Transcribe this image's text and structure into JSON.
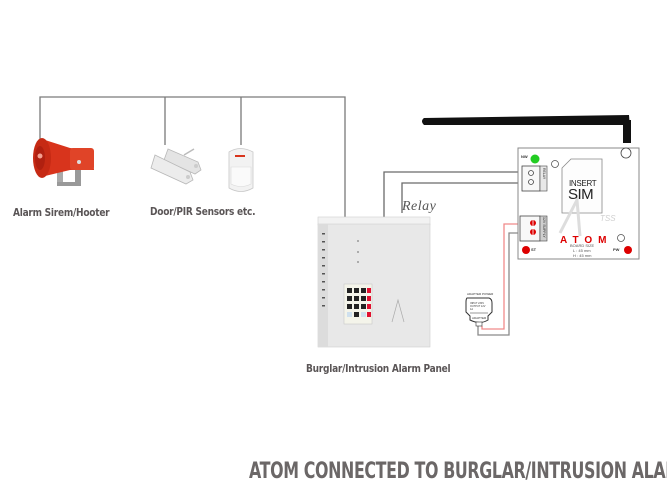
{
  "title": "ATOM CONNECTED TO BURGLAR/INTRUSION ALARM",
  "devices": {
    "siren": {
      "label": "Alarm Sirem/Hooter",
      "icon": "siren-icon"
    },
    "sensors": {
      "label": "Door/PIR Sensors etc.",
      "icons": [
        "door-magnetic-sensor-icon",
        "pir-sensor-icon"
      ]
    },
    "panel": {
      "label": "Burglar/Intrusion Alarm Panel",
      "icon": "alarm-panel-icon"
    },
    "adapter": {
      "label": "ADAPTER",
      "header": "ADAPTER POWER",
      "note": "INPUT 230V OUTPUT 12V 1A",
      "icon": "power-adapter-icon"
    }
  },
  "connections": {
    "relay_label": "Relay"
  },
  "atom_board": {
    "brand": "ATOM",
    "logo_text": "TSS",
    "sim_slot": {
      "line1": "INSERT",
      "line2": "SIM"
    },
    "led_label": "NW",
    "led_color": "#22cc22",
    "relay_terminal_label": "RELAY",
    "power_terminal_label": "12V SUPPLY",
    "buttons": [
      {
        "label": "ST",
        "color": "#dd0000"
      },
      {
        "label": "PW",
        "color": "#dd0000"
      }
    ],
    "board_size": {
      "title": "BOARD SIZE",
      "length": "L : 45 mm",
      "height": "H : 45 mm"
    }
  },
  "colors": {
    "wire": "#777777",
    "power_positive": "#f08080",
    "brand_red": "#dd0000",
    "siren_red": "#d8341c",
    "label_gray": "#5a5556"
  }
}
